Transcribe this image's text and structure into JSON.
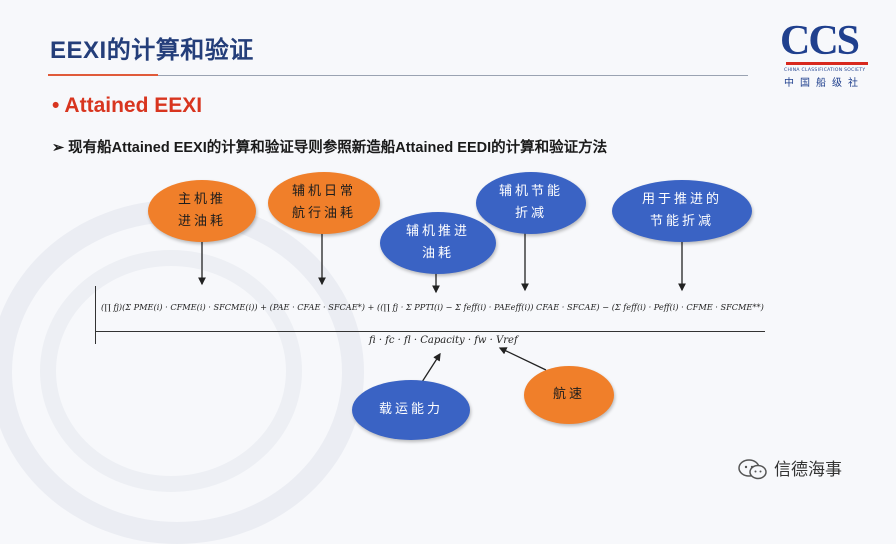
{
  "header": {
    "title": "EEXI的计算和验证"
  },
  "logo": {
    "main": "CCS",
    "sub": "CHINA CLASSIFICATION SOCIETY",
    "cn": "中国船级社",
    "colors": {
      "blue": "#20408e",
      "red": "#d8281e"
    }
  },
  "section": {
    "bullet": "Attained EEXI",
    "subline": "➢ 现有船Attained EEXI的计算和验证导则参照新造船Attained EEDI的计算和验证方法"
  },
  "bubbles": {
    "main_engine": {
      "line1": "主机推",
      "line2": "进油耗",
      "color": "#f07f2a"
    },
    "aux_daily": {
      "line1": "辅机日常",
      "line2": "航行油耗",
      "color": "#f07f2a"
    },
    "aux_propulsion": {
      "line1": "辅机推进",
      "line2": "油耗",
      "color": "#3a63c4"
    },
    "aux_saving": {
      "line1": "辅机节能",
      "line2": "折减",
      "color": "#3a63c4"
    },
    "prop_saving": {
      "line1": "用于推进的",
      "line2": "节能折减",
      "color": "#3a63c4"
    },
    "capacity": {
      "line1": "载运能力",
      "color": "#3a63c4"
    },
    "speed": {
      "line1": "航速",
      "color": "#f07f2a"
    }
  },
  "formula": {
    "numerator": "(∏ fj)(Σ PME(i) · CFME(i) · SFCME(i)) + (PAE · CFAE · SFCAE*) + ((∏ fj · Σ PPTI(i) − Σ feff(i) · PAEeff(i)) CFAE · SFCAE) − (Σ feff(i) · Peff(i) · CFME · SFCME**)",
    "denominator": "fi · fc · fl · Capacity · fw · Vref"
  },
  "watermark": {
    "text": "信德海事"
  }
}
